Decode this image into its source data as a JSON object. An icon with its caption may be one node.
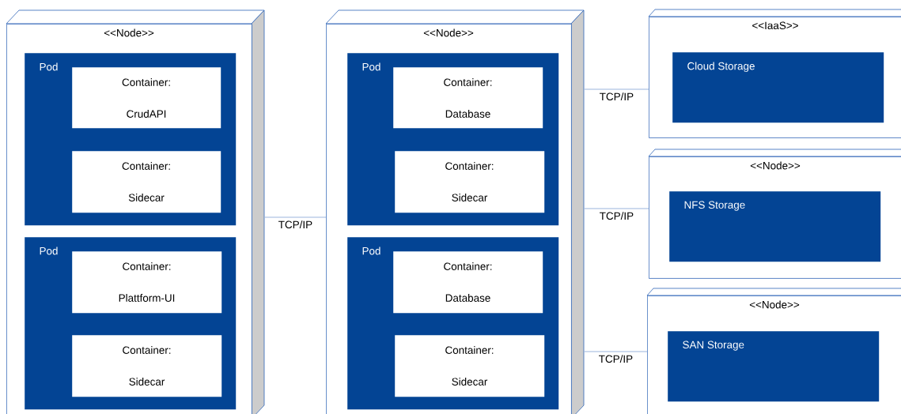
{
  "diagram": {
    "nodes": [
      {
        "text": [
          "<<Node>>"
        ]
      },
      {
        "text": [
          "Pod"
        ],
        "in": 0
      },
      {
        "text": [
          "Container:",
          "CrudAPI"
        ],
        "in": 1
      },
      {
        "text": [
          "Container:",
          "Sidecar"
        ],
        "in": 1
      },
      {
        "text": [
          "Pod"
        ],
        "in": 0
      },
      {
        "text": [
          "Container:",
          "Plattform-UI"
        ],
        "in": 4
      },
      {
        "text": [
          "Container:",
          "Sidecar"
        ],
        "in": 4
      },
      {
        "text": [
          "<<Node>>"
        ]
      },
      {
        "text": [
          "Pod"
        ],
        "in": 7
      },
      {
        "text": [
          "Container:",
          "Database"
        ],
        "in": 8
      },
      {
        "text": [
          "Container:",
          "Sidecar"
        ],
        "in": 8
      },
      {
        "text": [
          "Pod"
        ],
        "in": 7
      },
      {
        "text": [
          "Container:",
          "Database"
        ],
        "in": 11
      },
      {
        "text": [
          "Container:",
          "Sidecar"
        ],
        "in": 11
      },
      {
        "text": [
          "<<IaaS>>"
        ]
      },
      {
        "text": [
          "Cloud Storage"
        ],
        "in": 14
      },
      {
        "text": [
          "<<Node>>"
        ]
      },
      {
        "text": [
          "NFS Storage"
        ],
        "in": 16
      },
      {
        "text": [
          "<<Node>>"
        ]
      },
      {
        "text": [
          "SAN Storage"
        ],
        "in": 18
      }
    ],
    "edges": [
      {
        "from": 0,
        "to": 7,
        "arrow": "none",
        "label": "TCP/IP"
      },
      {
        "from": 7,
        "to": 14,
        "arrow": "none",
        "label": "TCP/IP"
      },
      {
        "from": 7,
        "to": 16,
        "arrow": "none",
        "label": "TCP/IP"
      },
      {
        "from": 7,
        "to": 18,
        "arrow": "none",
        "label": "TCP/IP"
      }
    ]
  }
}
